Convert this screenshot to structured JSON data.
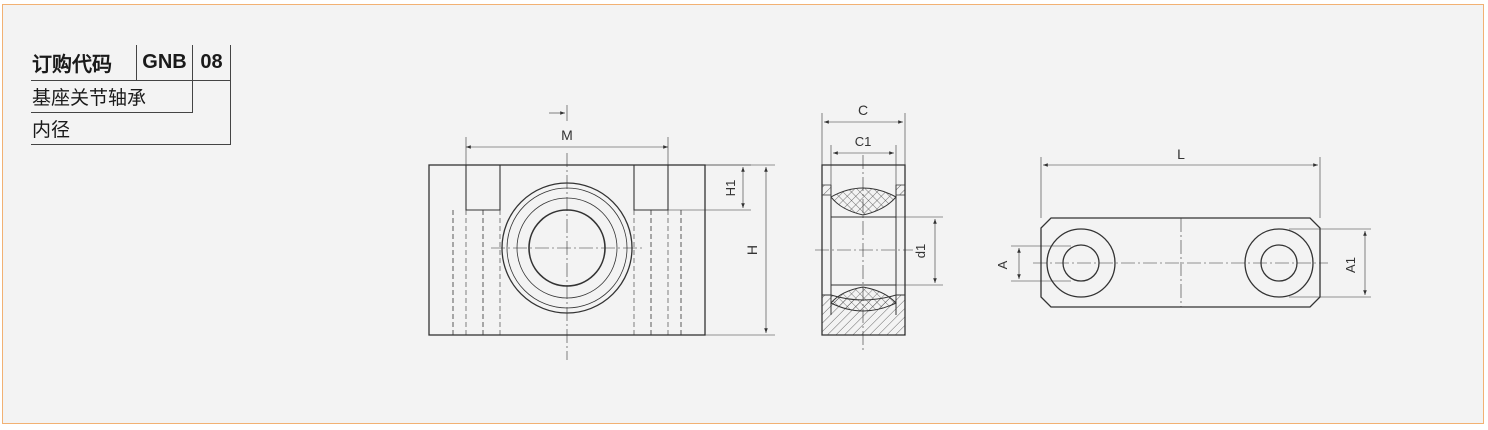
{
  "order_table": {
    "header_label": "订购代码",
    "series": "GNB",
    "size": "08",
    "rows": [
      "基座关节轴承",
      "内径"
    ]
  },
  "dimensions": {
    "front_view": {
      "width_label": "M",
      "height_label": "H",
      "hole_depth_label": "H1"
    },
    "side_view": {
      "outer_width_label": "C",
      "inner_width_label": "C1",
      "bore_label": "d1"
    },
    "top_view": {
      "length_label": "L",
      "bore_label": "A",
      "outer_label": "A1"
    }
  },
  "colors": {
    "border": "#f2b173",
    "background": "#f3f3f3",
    "line": "#333333"
  }
}
